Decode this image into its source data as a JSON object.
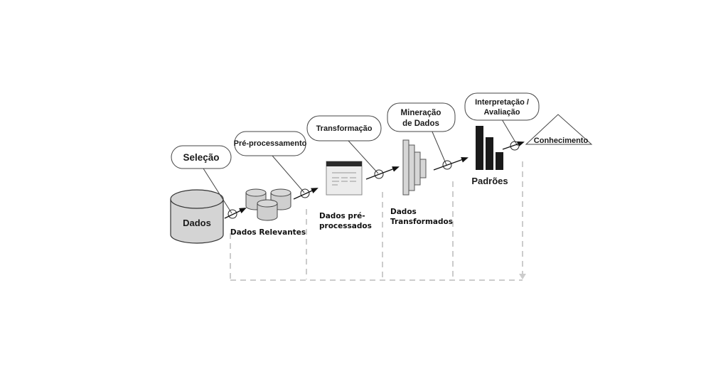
{
  "title": "Processo KDD",
  "steps": [
    {
      "id": "selecao",
      "label": "Seleção"
    },
    {
      "id": "pre-processamento",
      "label": "Pré-processamento"
    },
    {
      "id": "transformacao",
      "label": "Transformação"
    },
    {
      "id": "mineracao",
      "label_lines": [
        "Mineração",
        "de Dados"
      ]
    },
    {
      "id": "interpretacao",
      "label_lines": [
        "Interpretação /",
        "Avaliação"
      ]
    }
  ],
  "artifacts": {
    "dados": "Dados",
    "dados_relevantes": "Dados Relevantes",
    "dados_pre_processados": [
      "Dados pré-",
      "processados"
    ],
    "dados_transformados": [
      "Dados",
      "Transformados"
    ],
    "padroes": "Padrões",
    "conhecimento": "Conhecimento"
  },
  "colors": {
    "stroke": "#333333",
    "shape_fill": "#d4d4d4",
    "dark_fill": "#1a1a1a",
    "dashed": "#cccccc",
    "window_bar": "#2b2b2b",
    "window_body": "#ececec"
  }
}
